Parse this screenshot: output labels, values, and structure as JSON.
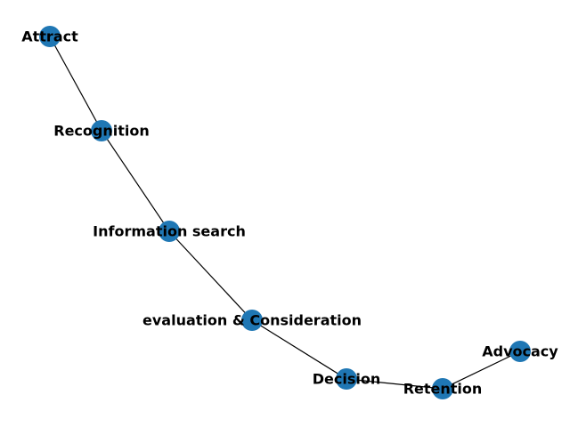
{
  "graph": {
    "type": "network",
    "node_color": "#1f77b4",
    "edge_color": "#000000",
    "label_color": "#000000",
    "nodes": [
      {
        "id": "attract",
        "label": "Attract"
      },
      {
        "id": "recognition",
        "label": "Recognition"
      },
      {
        "id": "information_search",
        "label": "Information search"
      },
      {
        "id": "evaluation",
        "label": "evaluation & Consideration"
      },
      {
        "id": "decision",
        "label": "Decision"
      },
      {
        "id": "retention",
        "label": "Retention"
      },
      {
        "id": "advocacy",
        "label": "Advocacy"
      }
    ],
    "edges": [
      {
        "source": "attract",
        "target": "recognition"
      },
      {
        "source": "recognition",
        "target": "information_search"
      },
      {
        "source": "information_search",
        "target": "evaluation"
      },
      {
        "source": "evaluation",
        "target": "decision"
      },
      {
        "source": "decision",
        "target": "retention"
      },
      {
        "source": "retention",
        "target": "advocacy"
      }
    ]
  }
}
